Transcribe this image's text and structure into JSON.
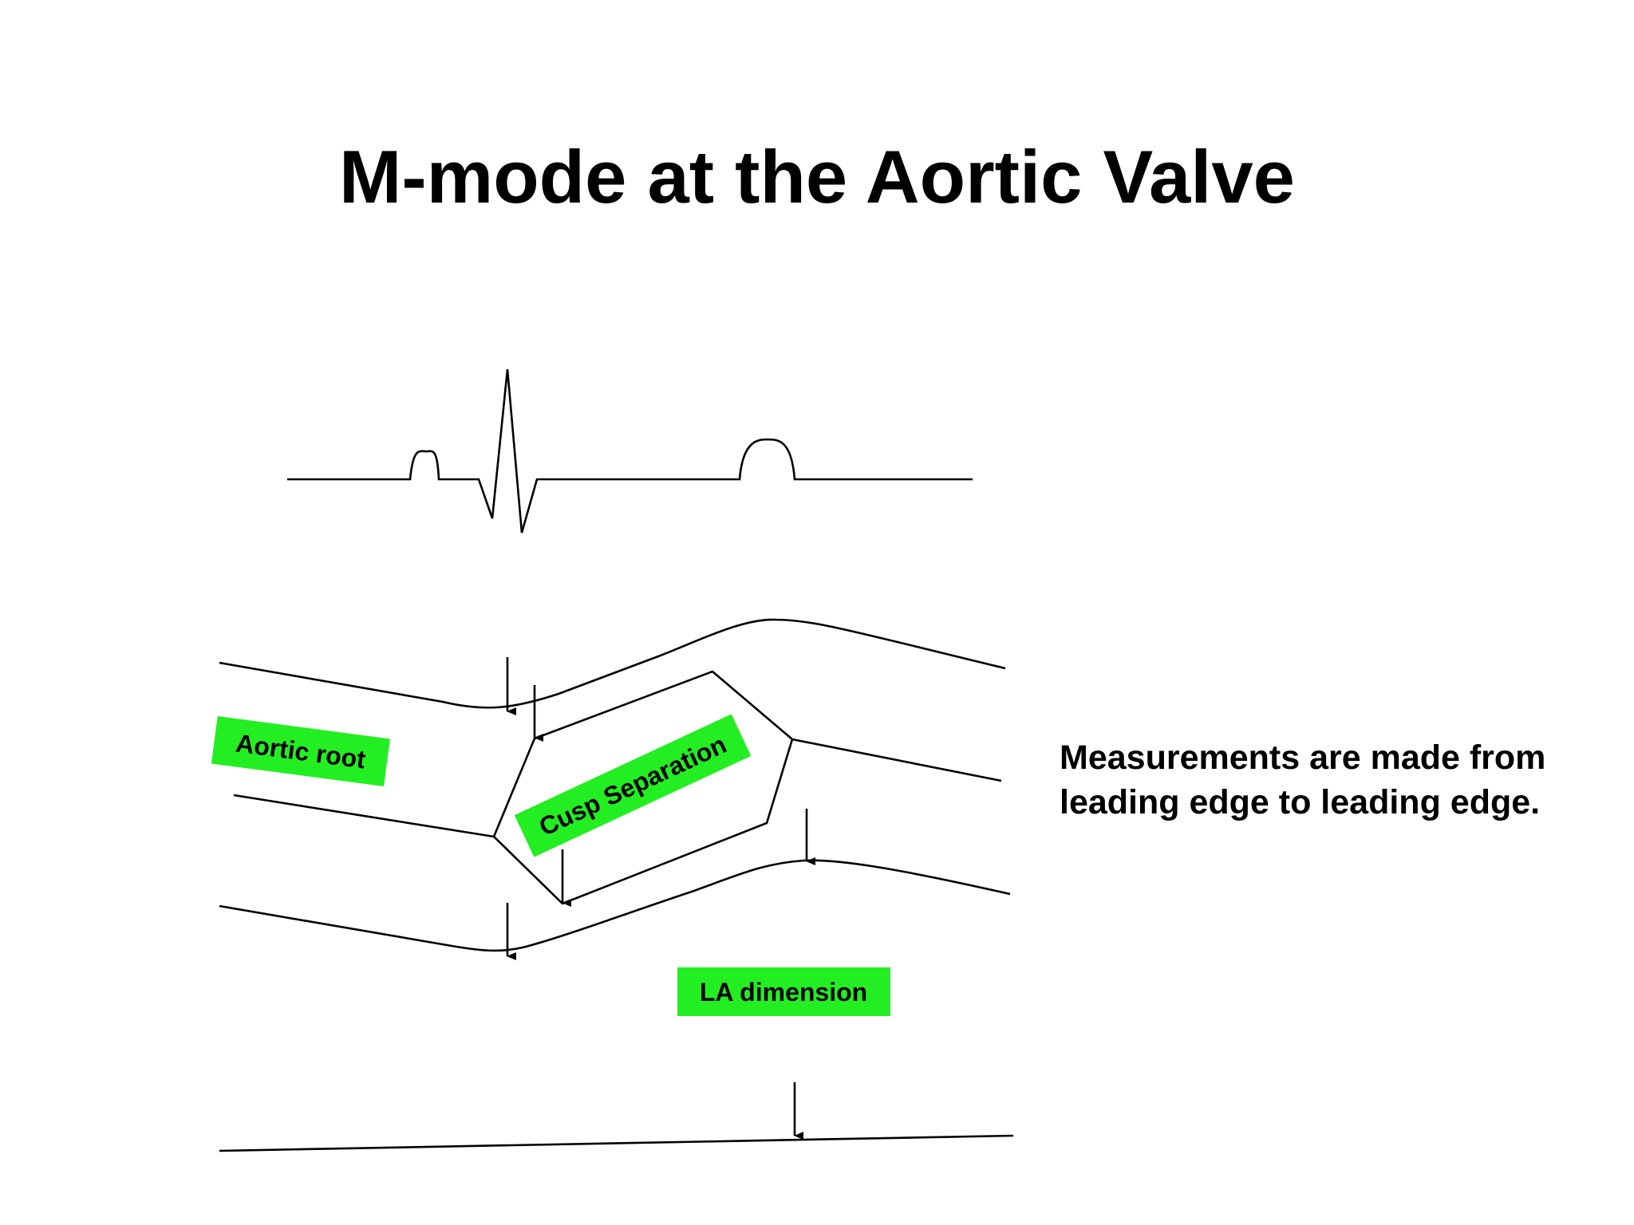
{
  "slide": {
    "title": "M-mode at the Aortic Valve",
    "note": "Measurements are made from leading edge to leading edge."
  },
  "labels": {
    "aortic_root": "Aortic root",
    "cusp_separation": "Cusp Separation",
    "la_dimension": "LA dimension"
  },
  "colors": {
    "label_fill": "#22ee22",
    "line": "#000000",
    "background": "#ffffff"
  }
}
